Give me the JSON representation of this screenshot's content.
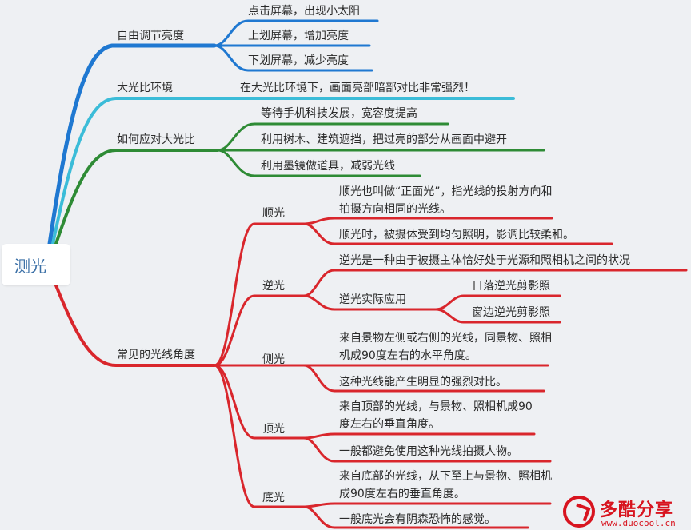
{
  "root": {
    "label": "测光"
  },
  "colors": {
    "blue": "#1f78d1",
    "cyan": "#3bbcd8",
    "green": "#2e8b35",
    "red": "#d9262c"
  },
  "branches": {
    "b1": {
      "label": "自由调节亮度",
      "children": [
        "点击屏幕，出现小太阳",
        "上划屏幕，增加亮度",
        "下划屏幕，减少亮度"
      ]
    },
    "b2": {
      "label": "大光比环境",
      "children": [
        "在大光比环境下，画面亮部暗部对比非常强烈！"
      ]
    },
    "b3": {
      "label": "如何应对大光比",
      "children": [
        "等待手机科技发展，宽容度提高",
        "利用树木、建筑遮挡，把过亮的部分从画面中避开",
        "利用墨镜做道具，减弱光线"
      ]
    },
    "b4": {
      "label": "常见的光线角度",
      "shun": {
        "label": "顺光",
        "c1": "顺光也叫做“正面光”，指光线的投射方向和拍摄方向相同的光线。",
        "c2": "顺光时，被摄体受到均匀照明，影调比较柔和。"
      },
      "ni": {
        "label": "逆光",
        "c1": "逆光是一种由于被摄主体恰好处于光源和照相机之间的状况",
        "c2": "逆光实际应用",
        "c2a": "日落逆光剪影照",
        "c2b": "窗边逆光剪影照"
      },
      "ce": {
        "label": "侧光",
        "c1": "来自景物左侧或右侧的光线，同景物、照相机成90度左右的水平角度。",
        "c2": "这种光线能产生明显的强烈对比。"
      },
      "ding": {
        "label": "顶光",
        "c1": "来自顶部的光线，与景物、照相机成90度左右的垂直角度。",
        "c2": "一般都避免使用这种光线拍摄人物。"
      },
      "di": {
        "label": "底光",
        "c1": "来自底部的光线，从下至上与景物、照相机成90度左右的垂直角度。",
        "c2": "一般底光会有阴森恐怖的感觉。"
      }
    }
  },
  "logo": {
    "text": "多酷分享",
    "url": "www.duocool.cn"
  }
}
